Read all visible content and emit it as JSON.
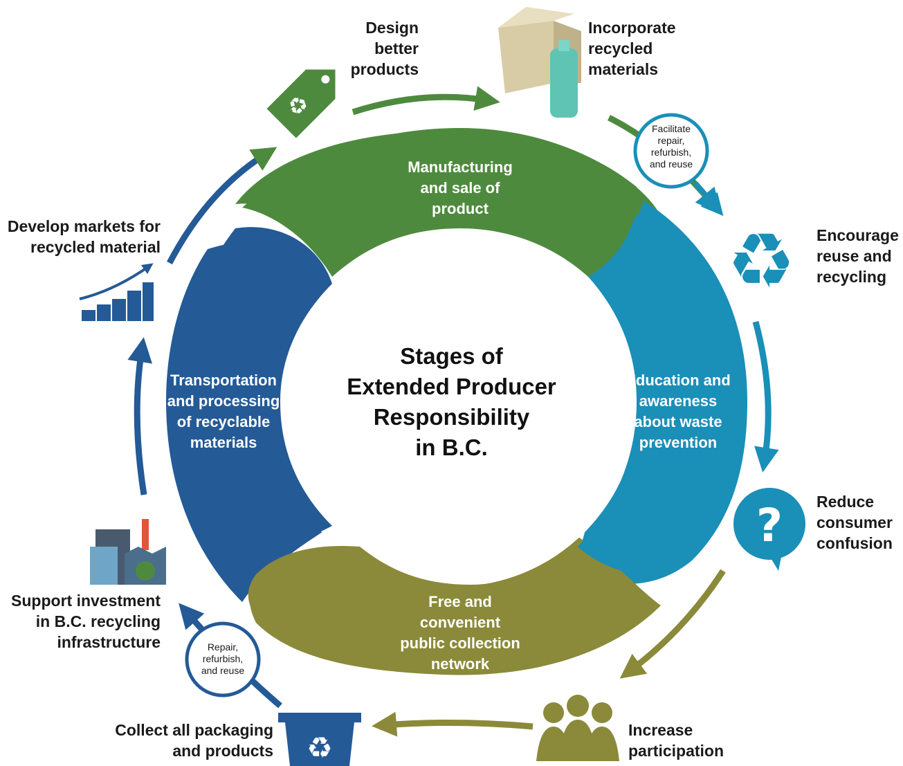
{
  "title": "Stages of\nExtended Producer\nResponsibility\nin B.C.",
  "segments": {
    "manufacturing": "Manufacturing\nand sale of\nproduct",
    "education": "Education and\nawareness\nabout waste\nprevention",
    "collection": "Free and\nconvenient\npublic collection\nnetwork",
    "transportation": "Transportation\nand processing\nof recyclable\nmaterials"
  },
  "steps": {
    "design": "Design\nbetter\nproducts",
    "incorporate": "Incorporate\nrecycled\nmaterials",
    "encourage": "Encourage\nreuse and\nrecycling",
    "reduce": "Reduce\nconsumer\nconfusion",
    "increase": "Increase\nparticipation",
    "collect": "Collect all packaging\nand products",
    "support": "Support investment\nin B.C. recycling\ninfrastructure",
    "develop": "Develop markets for\nrecycled material"
  },
  "loops": {
    "upper": "Facilitate\nrepair,\nrefurbish,\nand reuse",
    "lower": "Repair,\nrefurbish,\nand reuse"
  },
  "icons": [
    "price-tag-icon",
    "box-bottle-icon",
    "recycle-icon",
    "question-bubble-icon",
    "people-group-icon",
    "recycling-bin-icon",
    "factory-icon",
    "growth-chart-icon"
  ],
  "colors": {
    "green": "#4e8a3e",
    "teal": "#1a8fb8",
    "olive": "#8a8a3a",
    "blue": "#245a96"
  }
}
